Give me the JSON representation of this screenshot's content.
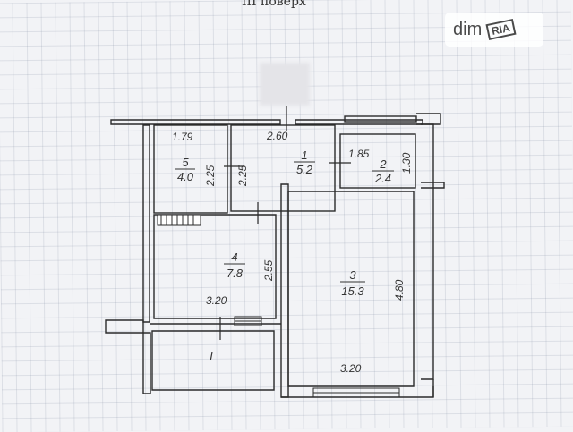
{
  "page": {
    "floor_title": "III поверх"
  },
  "watermark": {
    "text": "dim",
    "badge": "RIA"
  },
  "rooms": [
    {
      "number": "1",
      "area": "5.2"
    },
    {
      "number": "2",
      "area": "2.4"
    },
    {
      "number": "3",
      "area": "15.3"
    },
    {
      "number": "4",
      "area": "7.8"
    },
    {
      "number": "5",
      "area": "4.0"
    },
    {
      "number": "I"
    }
  ],
  "dimensions": [
    "1.79",
    "2.25",
    "2.25",
    "2.60",
    "1.85",
    "1.30",
    "2.55",
    "3.20",
    "4.80",
    "3.20"
  ]
}
